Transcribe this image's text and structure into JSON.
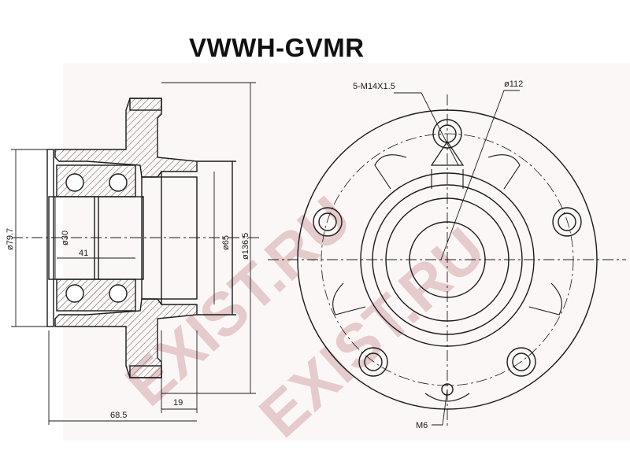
{
  "title": "VWWH-GVMR",
  "watermark": {
    "text1": "EXIST.RU",
    "text2": "EXIST.RU"
  },
  "dimensions": {
    "bolt_spec": "5-M14X1.5",
    "pcd": "ø112",
    "outer_diameter": "ø136.5",
    "pilot_diameter": "ø65",
    "bearing_od": "ø79.7",
    "bore": "ø30",
    "bearing_width": "41",
    "flange_offset": "19",
    "overall_length": "68.5",
    "screw": "M6"
  },
  "colors": {
    "line": "#1a1a1a",
    "watermark": "#e3c6c6",
    "hatch": "#555555"
  }
}
